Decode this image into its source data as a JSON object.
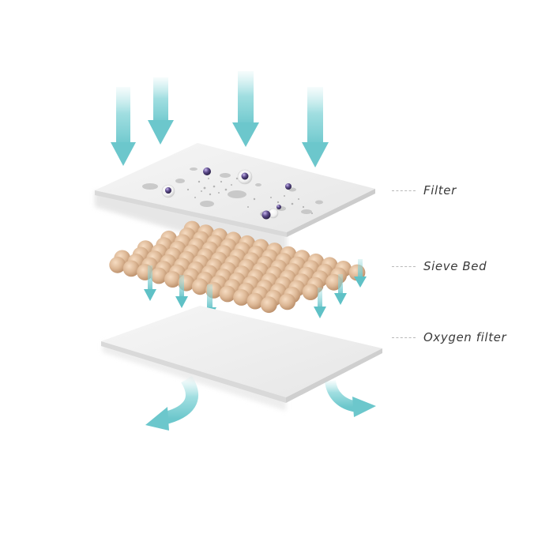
{
  "labels": {
    "filter": "Filter",
    "sieve_bed": "Sieve Bed",
    "oxygen_filter": "Oxygen filter"
  },
  "icons": {
    "airflow_in": "down-arrow-icon",
    "airflow_through": "down-arrow-icon",
    "airflow_out": "curved-arrow-icon"
  },
  "colors": {
    "arrow": "#7dcfd3",
    "bead": "#ddb896",
    "plate": "#eeeeee",
    "particle": "#5b4a8a"
  }
}
